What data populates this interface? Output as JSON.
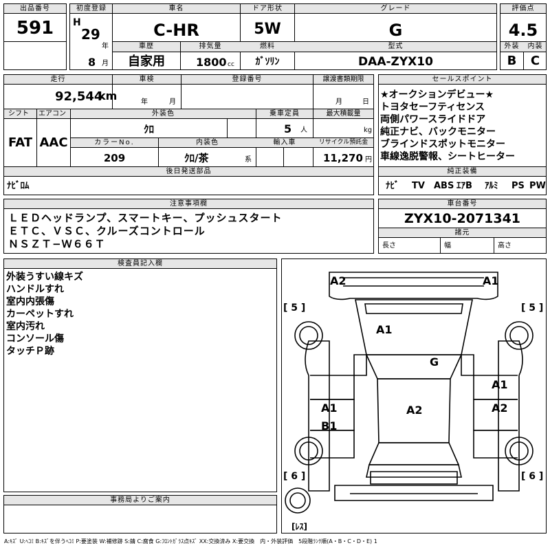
{
  "header": {
    "lot_no_label": "出品番号",
    "lot_no": "591",
    "first_reg_label": "初度登録",
    "era": "H",
    "year": "29",
    "year_suffix": "年",
    "month": "8",
    "month_suffix": "月",
    "car_name_label": "車名",
    "car_name": "C-HR",
    "door_label": "ドア形状",
    "door": "5W",
    "grade_label": "グレード",
    "grade": "G",
    "score_label": "評価点",
    "score": "4.5",
    "ext_label": "外装",
    "int_label": "内装",
    "ext_grade": "B",
    "int_grade": "C",
    "history_label": "車歴",
    "history": "自家用",
    "displacement_label": "排気量",
    "displacement": "1800",
    "cc": "cc",
    "fuel_label": "燃料",
    "fuel": "ｶﾞｿﾘﾝ",
    "model_label": "型式",
    "model": "DAA-ZYX10"
  },
  "row2": {
    "mileage_label": "走行",
    "mileage": "92,544",
    "km": "km",
    "inspection_label": "車検",
    "year_unit": "年",
    "month_unit": "月",
    "reg_no_label": "登録番号",
    "transfer_label": "譲渡書類期限",
    "transfer_month": "月",
    "transfer_day": "日",
    "shift_label": "シフト",
    "shift": "FAT",
    "ac_label": "エアコン",
    "ac": "AAC",
    "ext_color_label": "外装色",
    "ext_color": "ｸﾛ",
    "capacity_label": "乗車定員",
    "capacity": "5",
    "capacity_unit": "人",
    "max_load_label": "最大積載量",
    "max_load_unit": "kg",
    "color_no_label": "カラーNo.",
    "color_no": "209",
    "int_color_label": "内装色",
    "int_color": "ｸﾛ/茶",
    "int_color_suffix": "系",
    "import_label": "輸入車",
    "recycle_label": "リサイクル預託金",
    "recycle": "11,270",
    "recycle_unit": "円",
    "later_parts_label": "後日発送部品",
    "later_parts": "ﾅﾋﾞﾛﾑ"
  },
  "sales": {
    "label": "セールスポイント",
    "lines": [
      "★オークションデビュー★",
      "トヨタセーフティセンス",
      "両側パワースライドドア",
      "純正ナビ、バックモニター",
      "ブラインドスポットモニター",
      "車線逸脱警報、シートヒーター"
    ]
  },
  "equipment": {
    "label": "純正装備",
    "items": [
      "ﾅﾋﾞ",
      "TV",
      "ABS",
      "ｴｱB",
      "ｱﾙﾐ",
      "PS",
      "PW"
    ]
  },
  "notes": {
    "label": "注意事項欄",
    "lines": [
      "ＬＥＤヘッドランプ、スマートキー、プッシュスタート",
      "ＥＴＣ、ＶＳＣ、クルーズコントロール",
      "ＮＳＺＴ−Ｗ６６Ｔ"
    ]
  },
  "chassis": {
    "label": "車台番号",
    "number": "ZYX10-2071341",
    "dims_label": "諸元",
    "length_label": "長さ",
    "width_label": "幅",
    "height_label": "高さ"
  },
  "inspector": {
    "label": "検査員記入欄",
    "lines": [
      "外装うすい線キズ",
      "ハンドルすれ",
      "室内内張傷",
      "カーペットすれ",
      "室内汚れ",
      "コンソール傷",
      "タッチＰ跡"
    ]
  },
  "diagram": {
    "marks": {
      "front_left": "A2",
      "front_right": "A1",
      "hood": "A1",
      "windshield": "G",
      "right_door": "A1",
      "right_rear_door": "A2",
      "left_door": "A1",
      "left_door_2": "B1",
      "roof": "A2"
    },
    "tire_fl": "[ 5 ]",
    "tire_fr": "[ 5 ]",
    "tire_rl": "[ 6 ]",
    "tire_rr": "[ 6 ]",
    "spare": "[ﾚｽ]"
  },
  "office": {
    "label": "事務局よりご案内"
  },
  "legend": "A:ｷｽﾞ U:ﾍｺﾐ B:ｷｽﾞを伴うﾍｺﾐ P:要塗装 W:補修跡 S:錆 C:腐食 G:ﾌﾛﾝﾄｶﾞﾗｽ点ｷｽﾞ XX:交換済み X:要交換　内・外装評価　5段階ﾗﾝｸ順(A・B・C・D・E) 1"
}
